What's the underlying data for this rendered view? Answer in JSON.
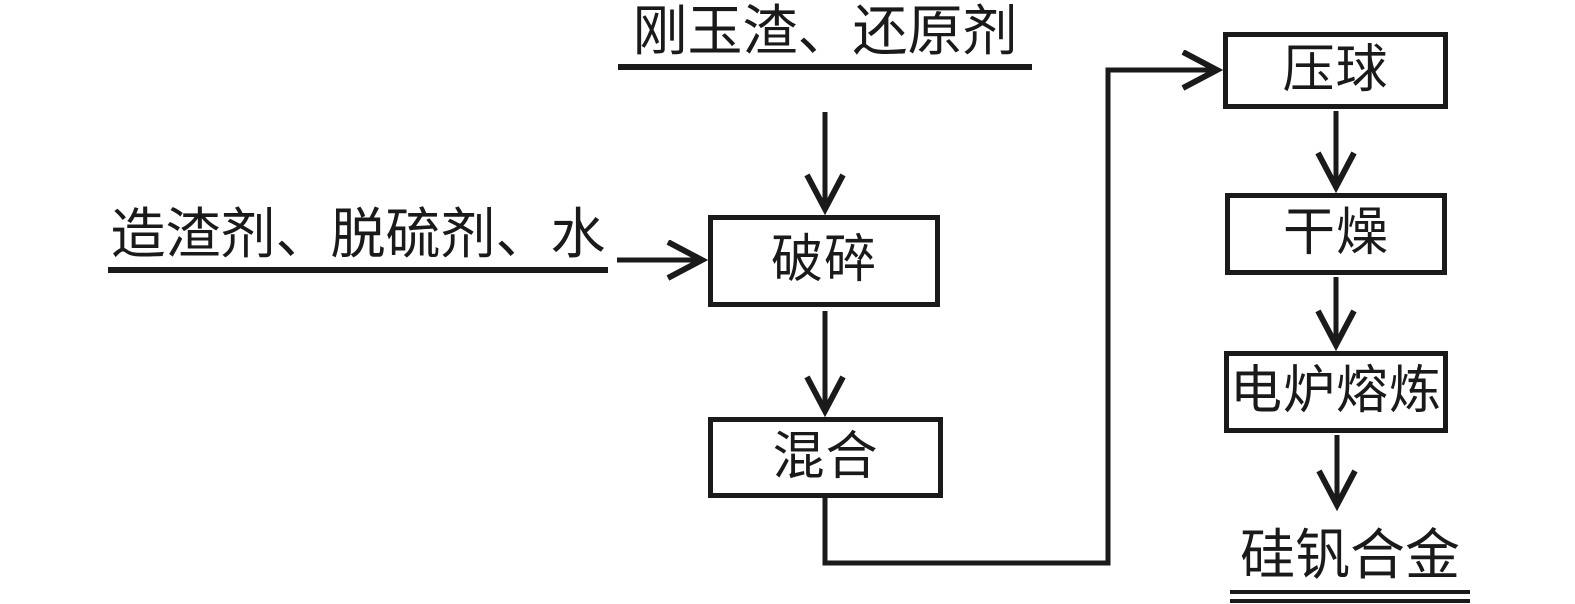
{
  "diagram": {
    "background": "#ffffff",
    "ink": "#1a1a1a",
    "inputs": {
      "top_feed": "刚玉渣、还原剂",
      "left_feed": "造渣剂、脱硫剂、水"
    },
    "steps": {
      "crush": "破碎",
      "mix": "混合",
      "press": "压球",
      "dry": "干燥",
      "smelt": "电炉熔炼"
    },
    "product": "硅钒合金"
  }
}
